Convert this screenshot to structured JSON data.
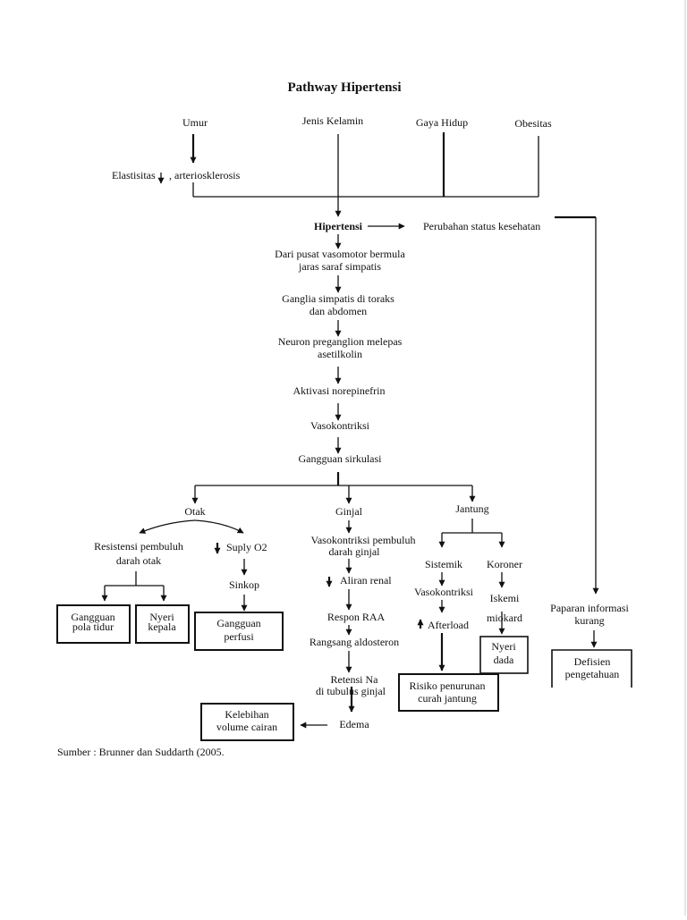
{
  "title": "Pathway Hipertensi",
  "factors": {
    "umur": "Umur",
    "jenis_kelamin": "Jenis Kelamin",
    "gaya_hidup": "Gaya Hidup",
    "obesitas": "Obesitas"
  },
  "elastisitas": "Elastisitas",
  "arteriosklerosis": ", arteriosklerosis",
  "hipertensi": "Hipertensi",
  "perubahan_status": "Perubahan status kesehatan",
  "chain": {
    "vasomotor_1": "Dari pusat vasomotor bermula",
    "vasomotor_2": "jaras saraf simpatis",
    "ganglia_1": "Ganglia simpatis di toraks",
    "ganglia_2": "dan abdomen",
    "neuron_1": "Neuron preganglion melepas",
    "neuron_2": "asetilkolin",
    "aktivasi": "Aktivasi norepinefrin",
    "vasokontriksi": "Vasokontriksi",
    "gangguan_sirkulasi": "Gangguan sirkulasi"
  },
  "otak": {
    "label": "Otak",
    "resistensi_1": "Resistensi pembuluh",
    "resistensi_2": "darah otak",
    "suply": "Suply O2",
    "sinkop": "Sinkop",
    "box_tidur_1": "Gangguan",
    "box_tidur_2": "pola tidur",
    "box_nyeri_1": "Nyeri",
    "box_nyeri_2": "kepala",
    "box_perfusi_1": "Gangguan",
    "box_perfusi_2": "perfusi"
  },
  "ginjal": {
    "label": "Ginjal",
    "vaso_1": "Vasokontriksi pembuluh",
    "vaso_2": "darah ginjal",
    "aliran": "Aliran renal",
    "respon": "Respon RAA",
    "rangsang": "Rangsang aldosteron",
    "retensi_1": "Retensi Na",
    "retensi_2": "di tubulus ginjal",
    "edema": "Edema",
    "box_kelebihan_1": "Kelebihan",
    "box_kelebihan_2": "volume cairan"
  },
  "jantung": {
    "label": "Jantung",
    "sistemik": "Sistemik",
    "koroner": "Koroner",
    "vasokontriksi": "Vasokontriksi",
    "iskemi_1": "Iskemi",
    "iskemi_2": "miokard",
    "afterload": "Afterload",
    "box_nyeri_1": "Nyeri",
    "box_nyeri_2": "dada",
    "box_risiko_1": "Risiko penurunan",
    "box_risiko_2": "curah jantung"
  },
  "info": {
    "paparan_1": "Paparan informasi",
    "paparan_2": "kurang",
    "box_defisien_1": "Defisien",
    "box_defisien_2": "pengetahuan"
  },
  "source": "Sumber : Brunner dan Suddarth (2005."
}
